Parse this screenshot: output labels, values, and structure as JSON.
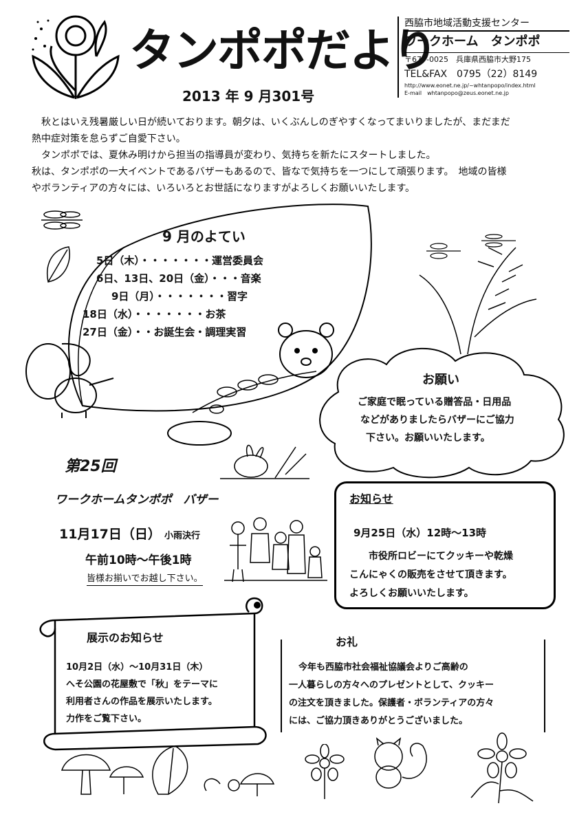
{
  "header": {
    "title": "タンポポだより",
    "issue": "2013 年 9 月301号",
    "org_center": "西脇市地域活動支援センター",
    "org_name": "ワークホーム　タンポポ",
    "postal": "〒677-0025　兵庫県西脇市大野175",
    "telfax": "TEL&FAX　0795（22）8149",
    "url": "http://www.eonet.ne.jp/~whtanpopo/index.html",
    "email": "E-mail　whtanpopo@zeus.eonet.ne.jp"
  },
  "intro": [
    "秋とはいえ残暑厳しい日が続いております。朝夕は、いくぶんしのぎやすくなってまいりましたが、まだまだ",
    "熱中症対策を怠らずご自愛下さい。",
    "タンポポでは、夏休み明けから担当の指導員が変わり、気持ちを新たにスタートしました。",
    "秋は、タンポポの一大イベントであるバザーもあるので、皆なで気持ちを一つにして頑張ります。　地域の皆様",
    "やボランティアの方々には、いろいろとお世話になりますがよろしくお願いいたします。"
  ],
  "schedule": {
    "title": "9 月のよてい",
    "items": [
      "5日（木）・・・・・・・運営委員会",
      "6日、13日、20日（金）・・・音楽",
      "9日（月）・・・・・・・習字",
      "18日（水）・・・・・・・お茶",
      "27日（金）・・お誕生会・調理実習"
    ]
  },
  "request": {
    "title": "お願い",
    "lines": [
      "ご家庭で眠っている贈答品・日用品",
      "などがありましたらバザーにご協力",
      "下さい。お願いいたします。"
    ]
  },
  "bazaar": {
    "count": "第25回",
    "name": "ワークホームタンポポ　バザー",
    "date": "11月17日（日）",
    "rain": "小雨決行",
    "time": "午前10時～午後1時",
    "invite": "皆様お揃いでお越し下さい。"
  },
  "notice": {
    "title": "お知らせ",
    "datetime": "9月25日（水）12時～13時",
    "lines": [
      "市役所ロビーにてクッキーや乾燥",
      "こんにゃくの販売をさせて頂きます。",
      "よろしくお願いいたします。"
    ]
  },
  "exhibit": {
    "title": "展示のお知らせ",
    "lines": [
      "10月2日（水）～10月31日（木）",
      "へそ公園の花屋敷で「秋」をテーマに",
      "利用者さんの作品を展示いたします。",
      "力作をご覧下さい。"
    ]
  },
  "thanks": {
    "title": "お礼",
    "lines": [
      "今年も西脇市社会福祉協議会よりご高齢の",
      "一人暮らしの方々へのプレゼントとして、クッキー",
      "の注文を頂きました。保護者・ボランティアの方々",
      "には、ご協力頂きありがとうございました。"
    ]
  }
}
